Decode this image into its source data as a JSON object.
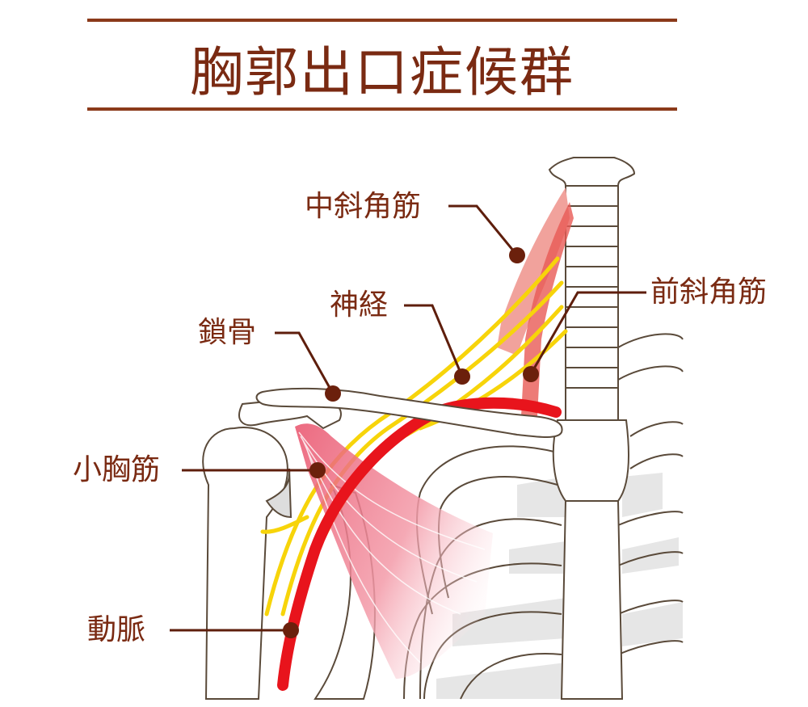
{
  "title": "胸郭出口症候群",
  "colors": {
    "text": "#7a2a12",
    "leader": "#5e1e0c",
    "artery": "#e8141c",
    "nerve": "#f7d40a",
    "muscle": "#ee7a78",
    "bone_outline": "#5a4a3a"
  },
  "labels": {
    "middle_scalene": "中斜角筋",
    "nerve": "神経",
    "anterior_scalene": "前斜角筋",
    "clavicle": "鎖骨",
    "pectoralis_minor": "小胸筋",
    "artery": "動脈"
  }
}
